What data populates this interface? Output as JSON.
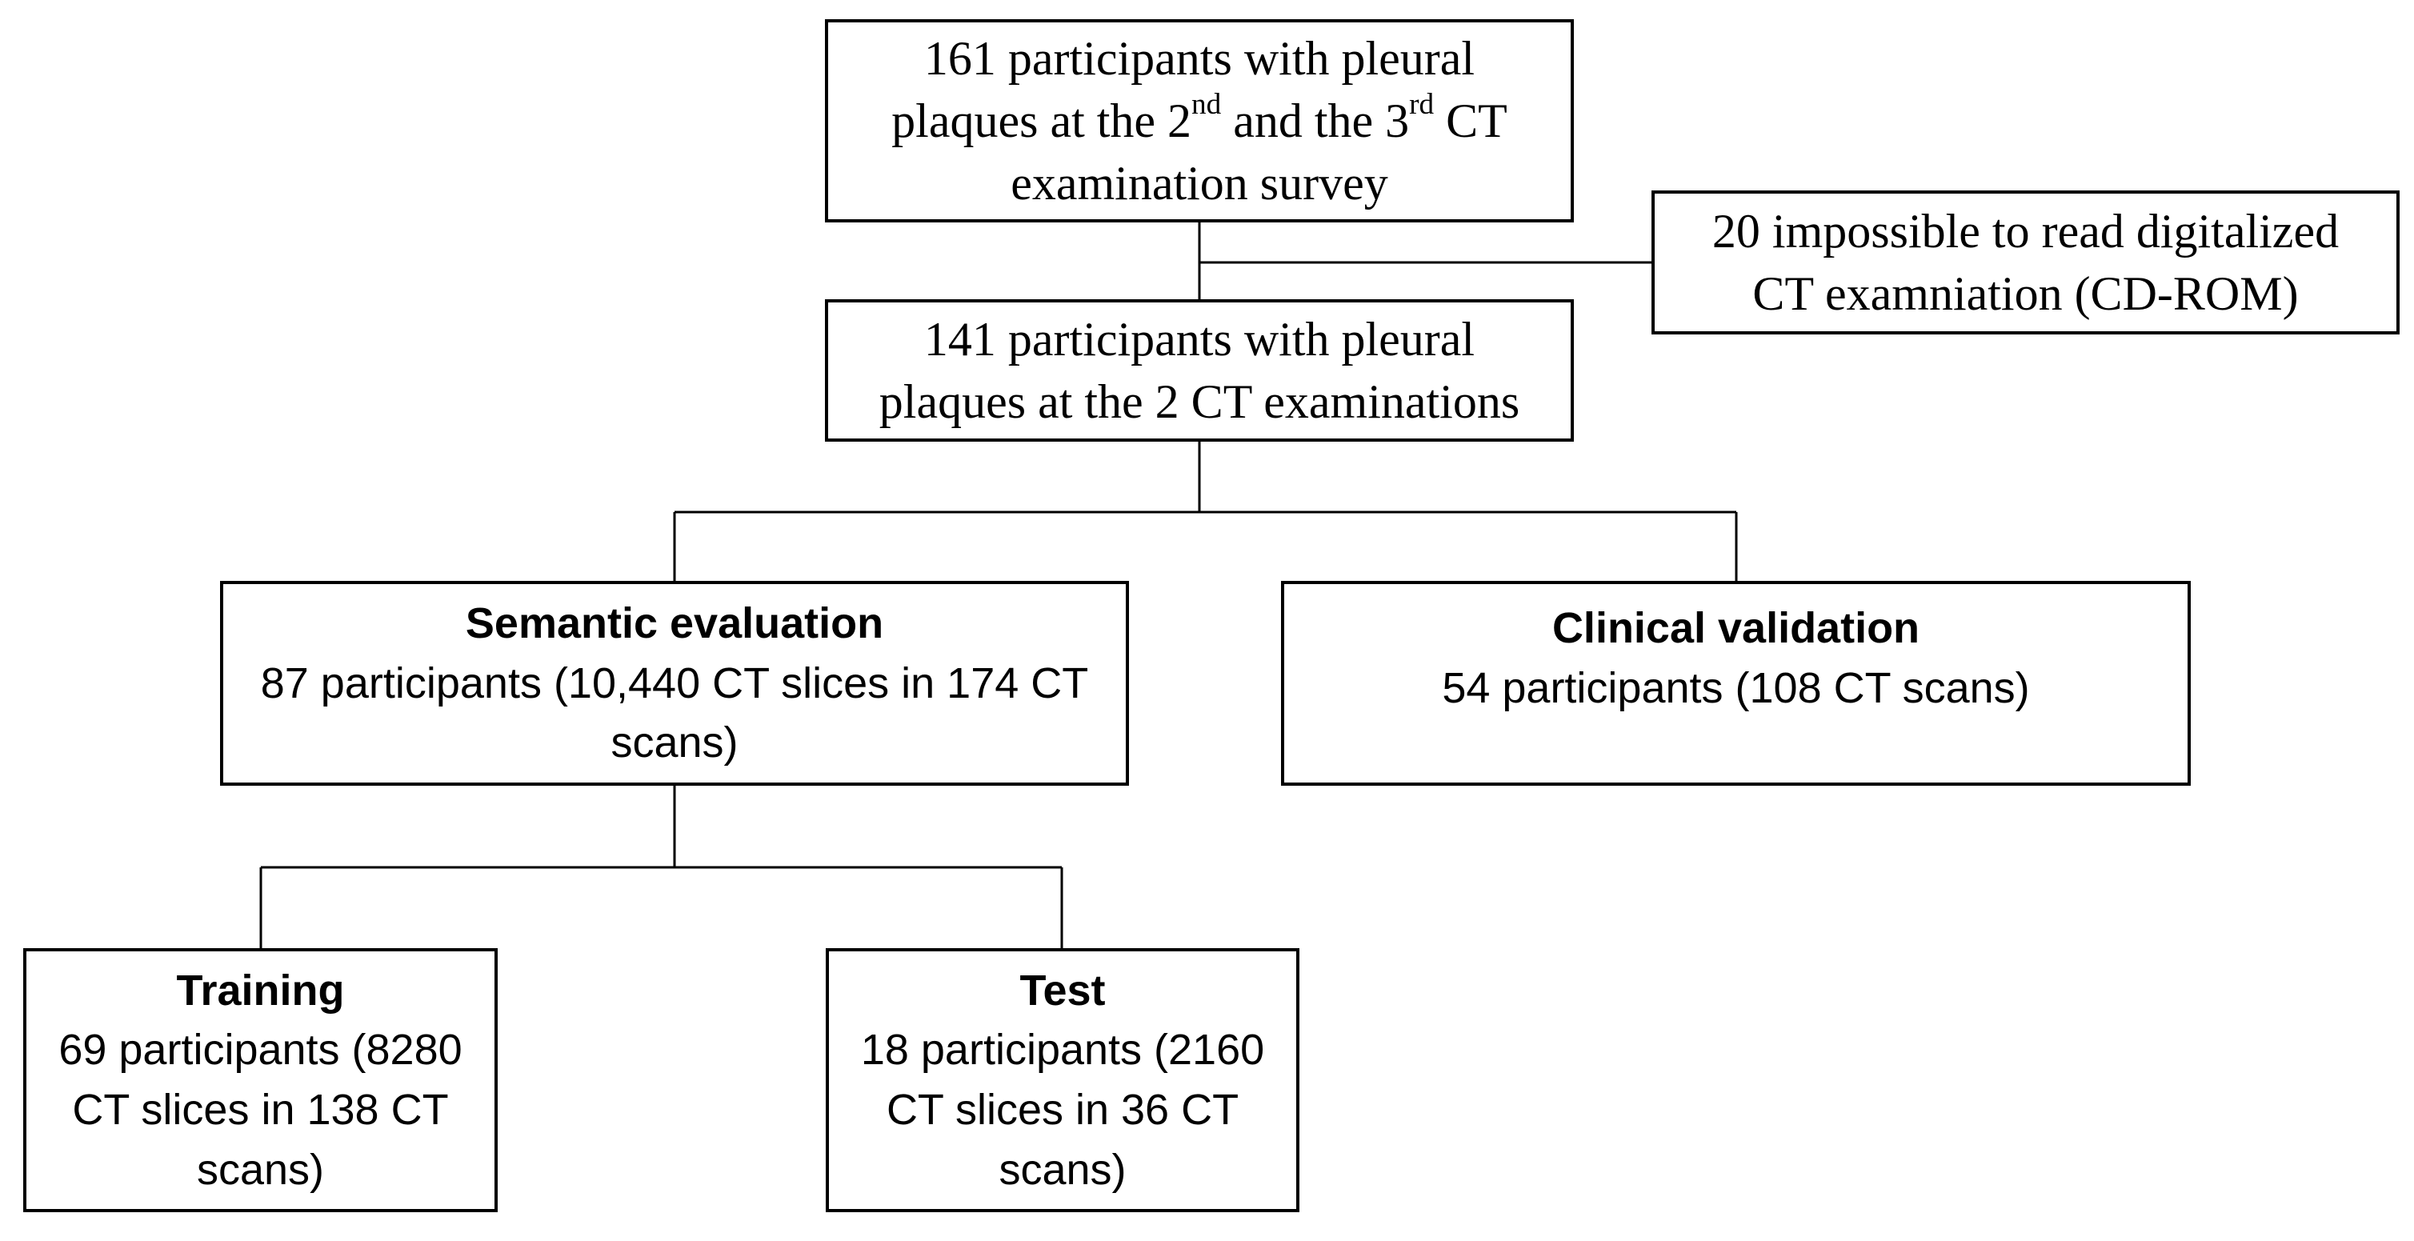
{
  "boxes": {
    "initial": {
      "line1": "161 participants with pleural",
      "line2_pre": "plaques at the 2",
      "line2_sup1": "nd",
      "line2_mid": " and the 3",
      "line2_sup2": "rd",
      "line2_post": " CT",
      "line3": "examination survey"
    },
    "excluded": {
      "line1": "20 impossible to read digitalized",
      "line2": "CT examniation (CD-ROM)"
    },
    "included": {
      "line1": "141 participants with pleural",
      "line2": "plaques at the 2 CT examinations"
    },
    "semantic": {
      "title": "Semantic evaluation",
      "line1": "87 participants (10,440 CT slices in 174 CT",
      "line2": "scans)"
    },
    "clinical": {
      "title": "Clinical validation",
      "line1": "54 participants (108 CT scans)"
    },
    "training": {
      "title": "Training",
      "line1": "69 participants (8280",
      "line2": "CT slices in 138 CT",
      "line3": "scans)"
    },
    "test": {
      "title": "Test",
      "line1": "18 participants (2160",
      "line2": "CT slices in 36 CT",
      "line3": "scans)"
    }
  },
  "colors": {
    "border": "#000000",
    "connector": "#000000",
    "background": "#ffffff"
  }
}
